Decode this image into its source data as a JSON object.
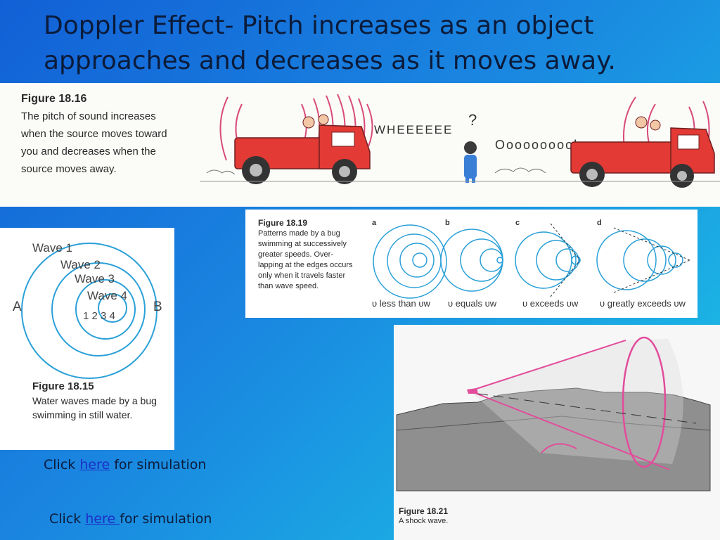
{
  "slide": {
    "title": "Doppler Effect- Pitch increases as an object approaches and decreases as it moves away."
  },
  "fig_18_16": {
    "label": "Figure 18.16",
    "caption": "The pitch of sound increases when the source moves toward you and decreases when the source moves away.",
    "sound_left": "WHEEEEEE",
    "question": "?",
    "sound_right": "Oooooooooh"
  },
  "fig_18_15": {
    "labels": [
      "Wave 1",
      "Wave 2",
      "Wave 3",
      "Wave 4"
    ],
    "point_a": "A",
    "point_b": "B",
    "numbers": "1 2 3 4",
    "label": "Figure 18.15",
    "caption": "Water waves made by a bug swimming in still water."
  },
  "fig_18_19": {
    "label": "Figure 18.19",
    "caption": "Patterns made by a bug swimming at successively greater speeds. Over-lapping at the edges occurs only when it travels faster than wave speed.",
    "panels": [
      {
        "letter": "a",
        "text": "υ less than υw"
      },
      {
        "letter": "b",
        "text": "υ equals υw"
      },
      {
        "letter": "c",
        "text": "υ exceeds υw"
      },
      {
        "letter": "d",
        "text": "υ greatly exceeds υw"
      }
    ]
  },
  "fig_18_21": {
    "label": "Figure 18.21",
    "caption": "A shock wave."
  },
  "links": [
    {
      "prefix": "Click ",
      "link": "here",
      "suffix": " for simulation"
    },
    {
      "prefix": "Click ",
      "link": "here ",
      "suffix": "for simulation"
    }
  ],
  "colors": {
    "wave_blue": "#2aa0d8",
    "truck_red": "#e33a35",
    "arc_red": "#d84a7a",
    "cone_pink": "#e24c9b"
  }
}
